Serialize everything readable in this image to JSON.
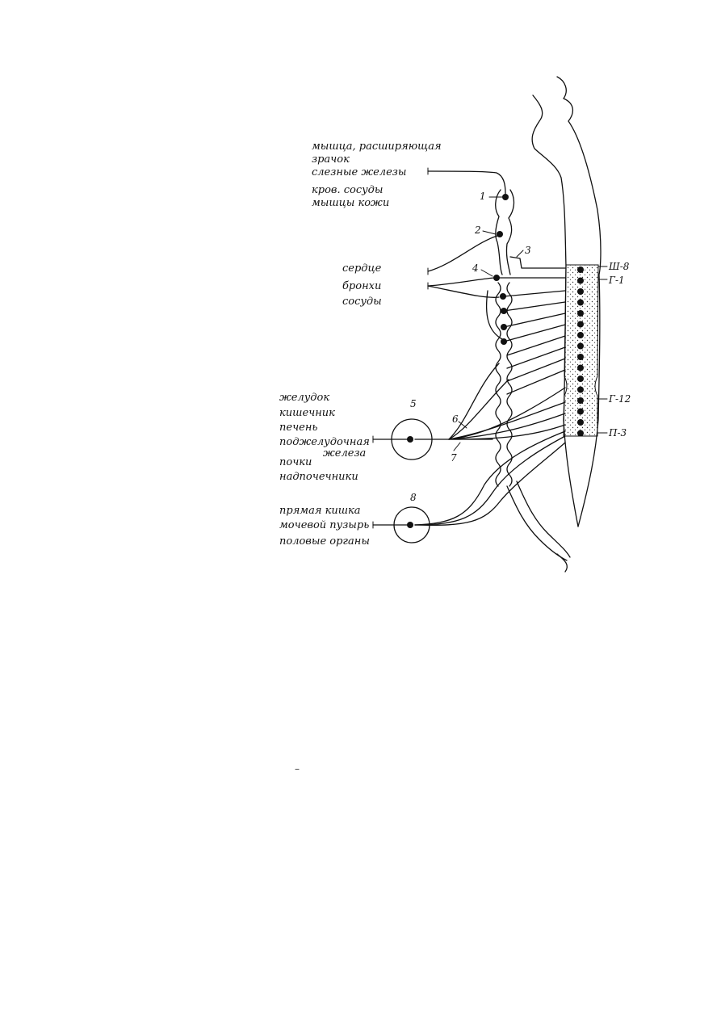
{
  "organs_upper": {
    "items": [
      "мышца, расширяющая",
      "зрачок",
      "слезные железы",
      "кров. сосуды",
      "мышцы кожи"
    ]
  },
  "organs_chest": {
    "items": [
      "сердце",
      "бронхи",
      "сосуды"
    ]
  },
  "organs_abdomen": {
    "items": [
      "желудок",
      "кишечник",
      "печень",
      "поджелудочная",
      "железа",
      "почки",
      "надпочечники"
    ]
  },
  "organs_pelvic": {
    "items": [
      "прямая кишка",
      "мочевой пузырь",
      "половые органы"
    ]
  },
  "ganglion_numbers": [
    "1",
    "2",
    "3",
    "4",
    "5",
    "6",
    "7",
    "8"
  ],
  "segment_labels": {
    "c8": "Ш-8",
    "t1": "Г-1",
    "t12": "Г-12",
    "l3": "П-3"
  },
  "page_mark": "–"
}
